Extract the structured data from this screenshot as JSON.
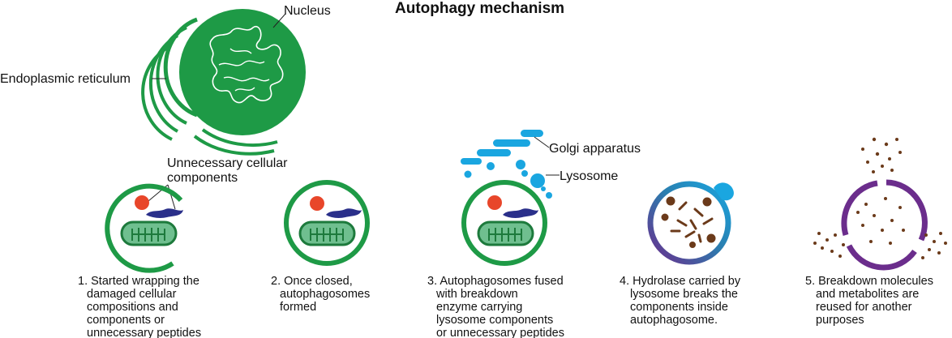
{
  "title": "Autophagy mechanism",
  "labels": {
    "nucleus": "Nucleus",
    "er": "Endoplasmic reticulum",
    "unnecessary": [
      "Unnecessary cellular",
      "components"
    ],
    "golgi": "Golgi apparatus",
    "lysosome": "Lysosome"
  },
  "steps": [
    {
      "lines": [
        "1. Started wrapping the",
        "damaged cellular",
        "compositions and",
        "components or",
        "unnecessary peptides"
      ]
    },
    {
      "lines": [
        "2. Once closed,",
        "autophagosomes",
        "formed"
      ]
    },
    {
      "lines": [
        "3. Autophagosomes fused",
        "with breakdown",
        "enzyme carrying",
        "lysosome  components",
        "or unnecessary peptides"
      ]
    },
    {
      "lines": [
        "4. Hydrolase carried by",
        "lysosome breaks the",
        "components inside",
        "autophagosome."
      ]
    },
    {
      "lines": [
        "5. Breakdown molecules",
        "and metabolites are",
        "reused for another",
        "purposes"
      ]
    }
  ],
  "colors": {
    "green": "#1e9a46",
    "mito_fill": "#6fbf8f",
    "mito_stroke": "#1d7a3c",
    "red": "#e8462a",
    "navy": "#2a2f8a",
    "lyso_blue": "#1aa6e0",
    "purple": "#6b2d8c",
    "brown": "#6b3a1a",
    "teal": "#1aa6c8"
  }
}
